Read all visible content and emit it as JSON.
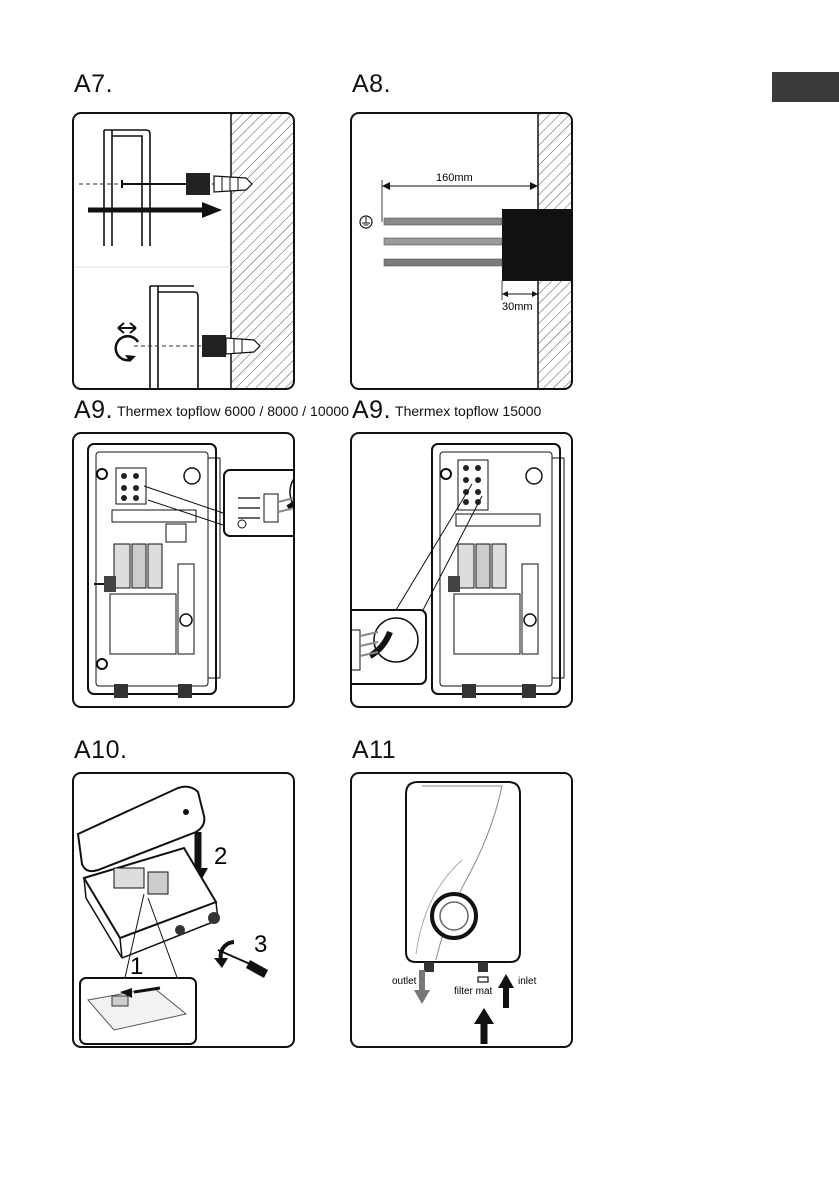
{
  "figures": {
    "a7": {
      "label": "A7."
    },
    "a8": {
      "label": "A8.",
      "dim_top": "160mm",
      "dim_bottom": "30mm"
    },
    "a9_left": {
      "label": "A9.",
      "subtitle": "Thermex topflow 6000 / 8000 / 10000"
    },
    "a9_right": {
      "label": "A9.",
      "subtitle": "Thermex topflow 15000"
    },
    "a10": {
      "label": "A10.",
      "step1": "1",
      "step2": "2",
      "step3": "3"
    },
    "a11": {
      "label": "A11",
      "outlet": "outlet",
      "filter": "filter mat",
      "inlet": "inlet"
    }
  },
  "colors": {
    "ink": "#111111",
    "lang_tab": "#3a3a3a",
    "hatch": "#555555",
    "wire": "#8a8a8a"
  }
}
